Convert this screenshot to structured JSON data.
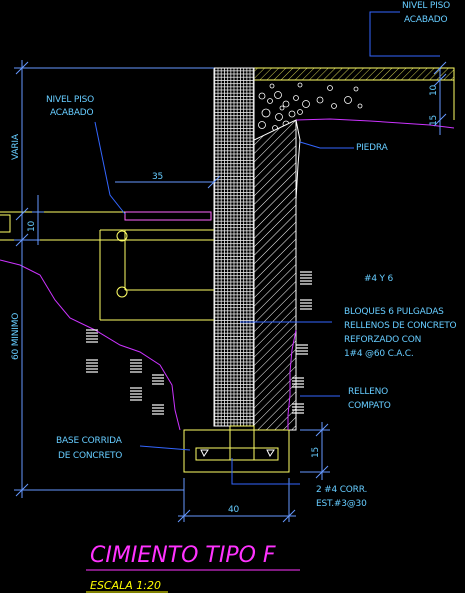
{
  "labels": {
    "nivel_piso_top_1": "NIVEL PISO",
    "nivel_piso_top_2": "ACABADO",
    "nivel_piso_left_1": "NIVEL PISO",
    "nivel_piso_left_2": "ACABADO",
    "piedra": "PIEDRA",
    "rebar_mark": "#4 Y 6",
    "bloques_1": "BLOQUES 6 PULGADAS",
    "bloques_2": "RELLENOS DE CONCRETO",
    "bloques_3": "REFORZADO CON",
    "bloques_4": "1#4 @60 C.A.C.",
    "relleno_1": "RELLENO",
    "relleno_2": "COMPATO",
    "base_1": "BASE CORRIDA",
    "base_2": "DE CONCRETO",
    "rebar_1": "2 #4 CORR.",
    "rebar_2": "EST.#3@30"
  },
  "dimensions": {
    "varia": "VARIA",
    "sesenta_minimo": "60 MINIMO",
    "d35": "35",
    "d10_left": "10",
    "d10_right": "10",
    "d15_right": "15",
    "d15_base": "15",
    "d40": "40"
  },
  "title": {
    "main": "CIMIENTO TIPO F",
    "scale": "ESCALA 1:20"
  },
  "colors": {
    "background": "#000000",
    "wall": "#ffffff",
    "outline": "#ffff66",
    "ground": "#cc33ff",
    "dimension": "#6699ff",
    "leader": "#3366ff",
    "label": "#66ccff",
    "title": "#ff33ff",
    "subtitle": "#ffff00"
  }
}
